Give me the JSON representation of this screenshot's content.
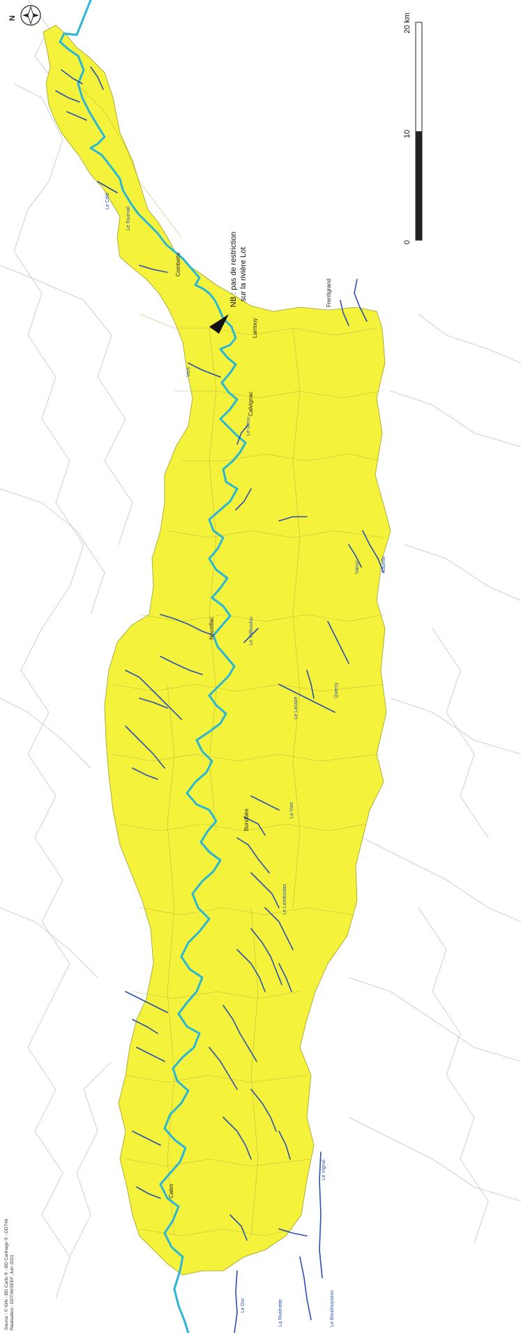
{
  "annotation": {
    "line1": "NB : pas de restriction",
    "line2": "sur la rivière Lot"
  },
  "scale_bar": {
    "tick_0": "0",
    "tick_10": "10",
    "tick_20": "20 km"
  },
  "north_arrow": {
    "label": "N"
  },
  "source": {
    "line1": "Source : © IGN - BD Carto ® - BD Carthage ® - DDT46",
    "line2": "Réalisation : DDT46/SEEF, Juin 2021"
  },
  "colors": {
    "zone_fill": "#f4f23a",
    "main_river": "#29b6d6",
    "tributary": "#2a4fb0",
    "commune_border": "#b9b9b9"
  },
  "place_labels": [
    "Lantouy",
    "Calvignac",
    "Le Girou",
    "Vers",
    "Nouvillac",
    "Le Tréboulou",
    "Bondoire",
    "La Vixe",
    "Le Lemboulas",
    "Le Dor",
    "La Rivièrette",
    "Le Boudouyssou",
    "Le Vignal",
    "Cales",
    "Combette",
    "Le Lacaze",
    "Valroc",
    "Quercy",
    "Le Tournail",
    "Cazelle",
    "Le Célé",
    "Frentigrand"
  ]
}
